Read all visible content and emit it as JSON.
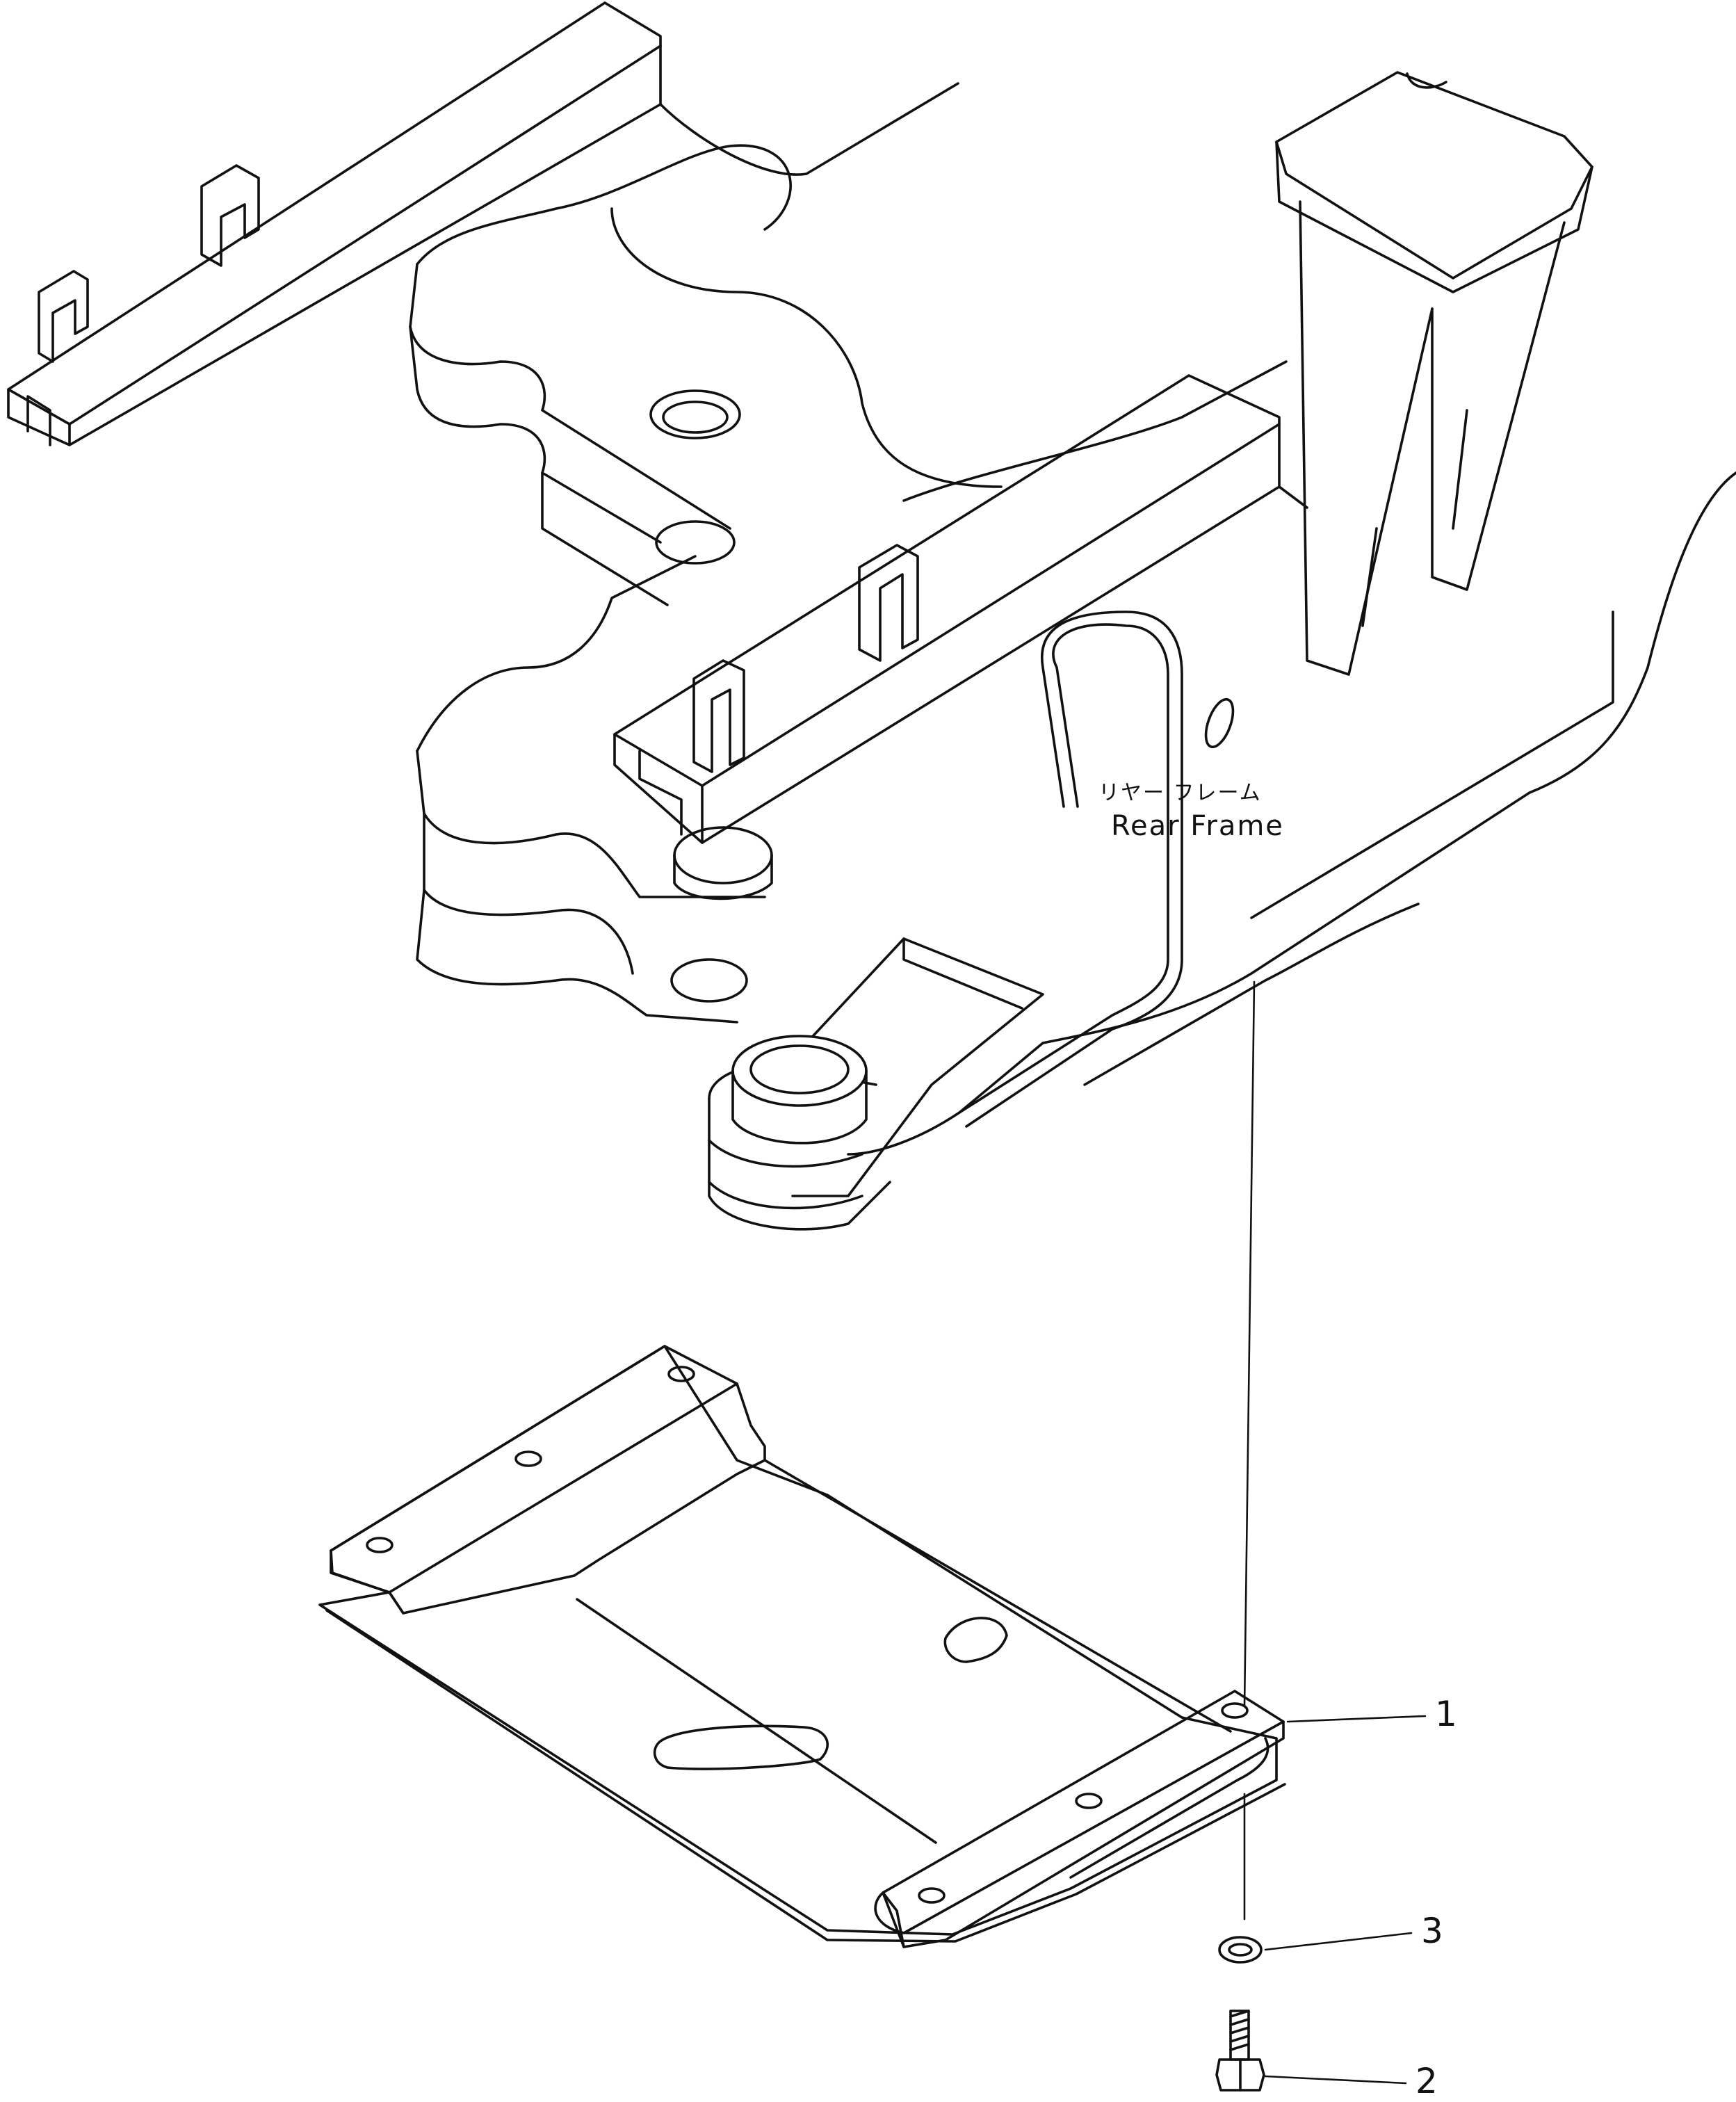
{
  "labels": {
    "rear_frame_jp": "リヤー フレーム",
    "rear_frame_en": "Rear Frame"
  },
  "callouts": [
    {
      "number": "1",
      "part": "cover-plate"
    },
    {
      "number": "3",
      "part": "washer"
    },
    {
      "number": "2",
      "part": "bolt"
    }
  ],
  "colors": {
    "line": "#111111",
    "background": "#ffffff"
  }
}
